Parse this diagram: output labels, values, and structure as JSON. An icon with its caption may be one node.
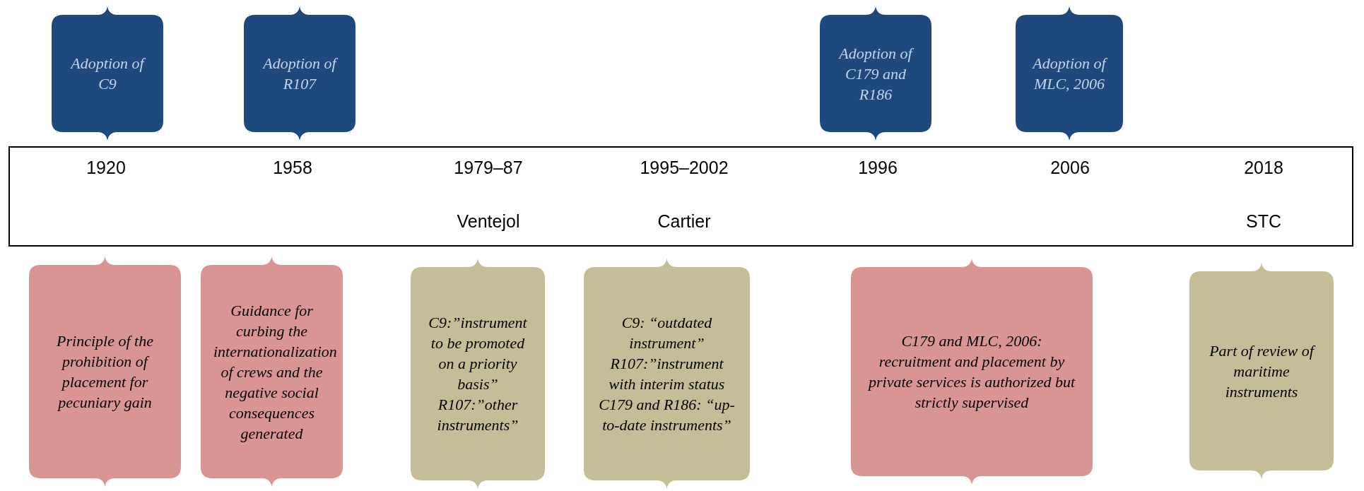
{
  "diagram": {
    "nodes": [
      {
        "text": [
          "Adoption of C9"
        ]
      },
      {
        "text": [
          "Adoption of R107"
        ]
      },
      {
        "text": [
          "Adoption of C179 and R186"
        ]
      },
      {
        "text": [
          "Adoption of MLC, 2006"
        ]
      },
      {
        "text": [
          "1920",
          "1958",
          "1979–87",
          "1995–2002",
          "1996",
          "2006",
          "2018",
          "Ventejol",
          "Cartier",
          "STC"
        ]
      },
      {
        "text": [
          "Principle of the prohibition of placement for pecuniary gain"
        ]
      },
      {
        "text": [
          "Guidance for curbing the internationalization of crews and the negative social consequences generated"
        ]
      },
      {
        "text": [
          "C9:”instrument to be promoted on a priority basis” R107:”other instruments”"
        ]
      },
      {
        "text": [
          "C9: “outdated instrument” R107:”instrument with interim status C179 and R186: “up-to-date instruments”"
        ]
      },
      {
        "text": [
          "C179 and MLC, 2006: recruitment and placement by private services is authorized but strictly supervised"
        ]
      },
      {
        "text": [
          "Part of review of maritime instruments"
        ]
      }
    ],
    "edges": []
  }
}
